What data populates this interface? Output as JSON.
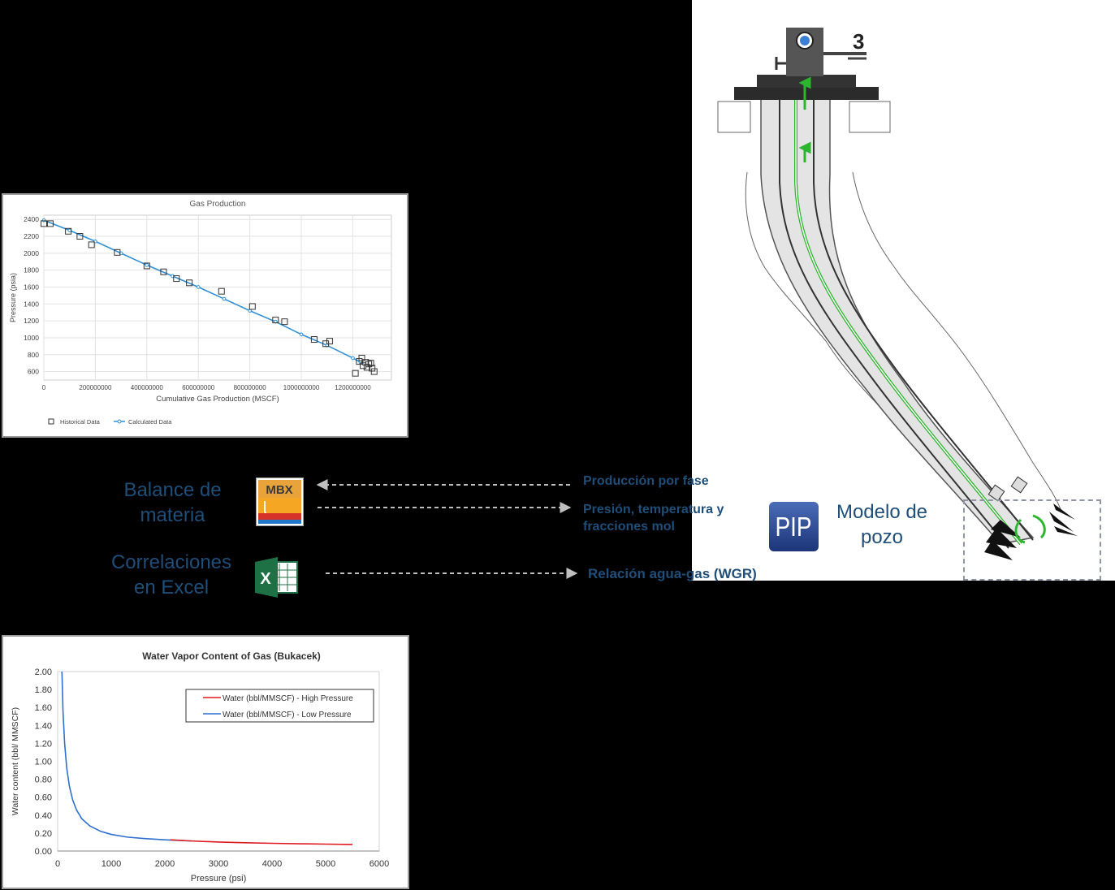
{
  "labels": {
    "material_balance": [
      "Balance  de",
      "materia"
    ],
    "excel_correlations": [
      "Correlaciones",
      "en Excel"
    ],
    "well_model": [
      "Modelo  de",
      "pozo"
    ]
  },
  "icons": {
    "mbx": {
      "text": "MBX",
      "name": "mbx-app-icon"
    },
    "excel": {
      "text": "X",
      "name": "excel-app-icon"
    },
    "pip": {
      "text": "PIP",
      "name": "pip-app-icon"
    }
  },
  "flows": {
    "phase_production": "Producción por fase",
    "pressure_temp": [
      "Presión, temperatura  y",
      "fracciones mol"
    ],
    "wgr": "Relación agua-gas (WGR)"
  },
  "wellhead_number": "3",
  "colors": {
    "label_blue": "#1f4e79",
    "series_blue": "#2f8fd6",
    "high_pressure_red": "#e0191f",
    "low_pressure_blue": "#2e6fd0",
    "flow_green": "#2db52d"
  },
  "chart_data": [
    {
      "type": "scatter",
      "title": "Gas Production",
      "xlabel": "Cumulative Gas Production (MSCF)",
      "ylabel": "Pressure (psia)",
      "xlim": [
        0,
        1350000000
      ],
      "ylim": [
        500,
        2450
      ],
      "xticks": [
        0,
        200000000,
        400000000,
        600000000,
        800000000,
        1000000000,
        1200000000
      ],
      "xtick_labels": [
        "0",
        "200000000",
        "400000000",
        "600000000",
        "800000000",
        "1000000000",
        "1200000000"
      ],
      "yticks": [
        600,
        800,
        1000,
        1200,
        1400,
        1600,
        1800,
        2000,
        2200,
        2400
      ],
      "grid": true,
      "legend": "bottom-left",
      "series": [
        {
          "name": "Historical Data",
          "marker": "square",
          "points": [
            [
              0,
              2350
            ],
            [
              25000000,
              2350
            ],
            [
              95000000,
              2260
            ],
            [
              140000000,
              2200
            ],
            [
              185000000,
              2100
            ],
            [
              285000000,
              2010
            ],
            [
              400000000,
              1850
            ],
            [
              465000000,
              1780
            ],
            [
              515000000,
              1700
            ],
            [
              565000000,
              1650
            ],
            [
              690000000,
              1550
            ],
            [
              810000000,
              1370
            ],
            [
              900000000,
              1210
            ],
            [
              935000000,
              1190
            ],
            [
              1050000000,
              980
            ],
            [
              1095000000,
              930
            ],
            [
              1110000000,
              960
            ],
            [
              1210000000,
              580
            ],
            [
              1225000000,
              720
            ],
            [
              1235000000,
              760
            ],
            [
              1240000000,
              670
            ],
            [
              1250000000,
              710
            ],
            [
              1255000000,
              650
            ],
            [
              1262000000,
              690
            ],
            [
              1270000000,
              700
            ],
            [
              1275000000,
              640
            ],
            [
              1283000000,
              600
            ]
          ]
        },
        {
          "name": "Calculated Data",
          "marker": "circle-line",
          "points": [
            [
              0,
              2390
            ],
            [
              100000000,
              2270
            ],
            [
              200000000,
              2140
            ],
            [
              300000000,
              2000
            ],
            [
              400000000,
              1860
            ],
            [
              500000000,
              1730
            ],
            [
              600000000,
              1600
            ],
            [
              700000000,
              1460
            ],
            [
              800000000,
              1320
            ],
            [
              900000000,
              1190
            ],
            [
              1000000000,
              1040
            ],
            [
              1100000000,
              910
            ],
            [
              1200000000,
              760
            ],
            [
              1230000000,
              710
            ]
          ]
        }
      ]
    },
    {
      "type": "line",
      "title": "Water Vapor Content of Gas (Bukacek)",
      "xlabel": "Pressure (psi)",
      "ylabel": "Water content (bbl/ MMSCF)",
      "xlim": [
        0,
        6000
      ],
      "ylim": [
        0,
        2.0
      ],
      "xticks": [
        0,
        1000,
        2000,
        3000,
        4000,
        5000,
        6000
      ],
      "yticks": [
        0.0,
        0.2,
        0.4,
        0.6,
        0.8,
        1.0,
        1.2,
        1.4,
        1.6,
        1.8,
        2.0
      ],
      "ytick_labels": [
        "0.00",
        "0.20",
        "0.40",
        "0.60",
        "0.80",
        "1.00",
        "1.20",
        "1.40",
        "1.60",
        "1.80",
        "2.00"
      ],
      "grid": false,
      "legend": "top-right",
      "series": [
        {
          "name": "Water (bbl/MMSCF) - High Pressure",
          "color": "#e0191f",
          "points": [
            [
              2100,
              0.125
            ],
            [
              2500,
              0.112
            ],
            [
              3000,
              0.1
            ],
            [
              3500,
              0.092
            ],
            [
              4000,
              0.086
            ],
            [
              4500,
              0.081
            ],
            [
              5000,
              0.077
            ],
            [
              5500,
              0.073
            ]
          ]
        },
        {
          "name": "Water (bbl/MMSCF) - Low Pressure",
          "color": "#2e6fd0",
          "points": [
            [
              80,
              2.0
            ],
            [
              100,
              1.55
            ],
            [
              130,
              1.2
            ],
            [
              170,
              0.92
            ],
            [
              220,
              0.72
            ],
            [
              280,
              0.57
            ],
            [
              350,
              0.46
            ],
            [
              450,
              0.36
            ],
            [
              600,
              0.28
            ],
            [
              800,
              0.22
            ],
            [
              1000,
              0.185
            ],
            [
              1300,
              0.155
            ],
            [
              1600,
              0.14
            ],
            [
              2000,
              0.125
            ],
            [
              2500,
              0.112
            ]
          ]
        }
      ]
    }
  ]
}
